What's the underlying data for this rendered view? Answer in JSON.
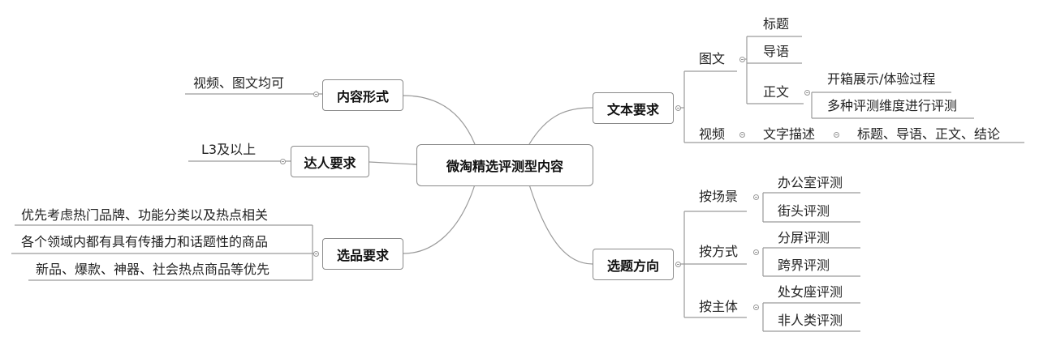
{
  "center": "微淘精选评测型内容",
  "left": {
    "content_form": {
      "label": "内容形式",
      "children": [
        "视频、图文均可"
      ]
    },
    "talent": {
      "label": "达人要求",
      "children": [
        "L3及以上"
      ]
    },
    "selection": {
      "label": "选品要求",
      "children": [
        "优先考虑热门品牌、功能分类以及热点相关",
        "各个领域内都有具有传播力和话题性的商品",
        "新品、爆款、神器、社会热点商品等优先"
      ]
    }
  },
  "right": {
    "text_req": {
      "label": "文本要求",
      "tuwen": {
        "label": "图文",
        "title": "标题",
        "lead": "导语",
        "body": {
          "label": "正文",
          "children": [
            "开箱展示/体验过程",
            "多种评测维度进行评测"
          ]
        }
      },
      "video": {
        "label": "视频",
        "desc": "文字描述",
        "detail": "标题、导语、正文、结论"
      }
    },
    "topic": {
      "label": "选题方向",
      "scene": {
        "label": "按场景",
        "children": [
          "办公室评测",
          "街头评测"
        ]
      },
      "method": {
        "label": "按方式",
        "children": [
          "分屏评测",
          "跨界评测"
        ]
      },
      "subject": {
        "label": "按主体",
        "children": [
          "处女座评测",
          "非人类评测"
        ]
      }
    }
  }
}
